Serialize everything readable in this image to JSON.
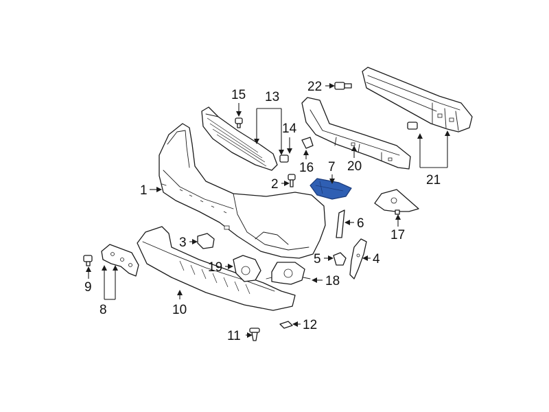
{
  "colors": {
    "line": "#1a1a1a",
    "background": "#ffffff",
    "highlight": "#2f5fb3",
    "highlight_dark": "#1b3a78"
  },
  "callouts": {
    "c1": "1",
    "c2": "2",
    "c3": "3",
    "c4": "4",
    "c5": "5",
    "c6": "6",
    "c7": "7",
    "c8": "8",
    "c9": "9",
    "c10": "10",
    "c11": "11",
    "c12": "12",
    "c13": "13",
    "c14": "14",
    "c15": "15",
    "c16": "16",
    "c17": "17",
    "c18": "18",
    "c19": "19",
    "c20": "20",
    "c21": "21",
    "c22": "22"
  },
  "highlighted_part": "7"
}
